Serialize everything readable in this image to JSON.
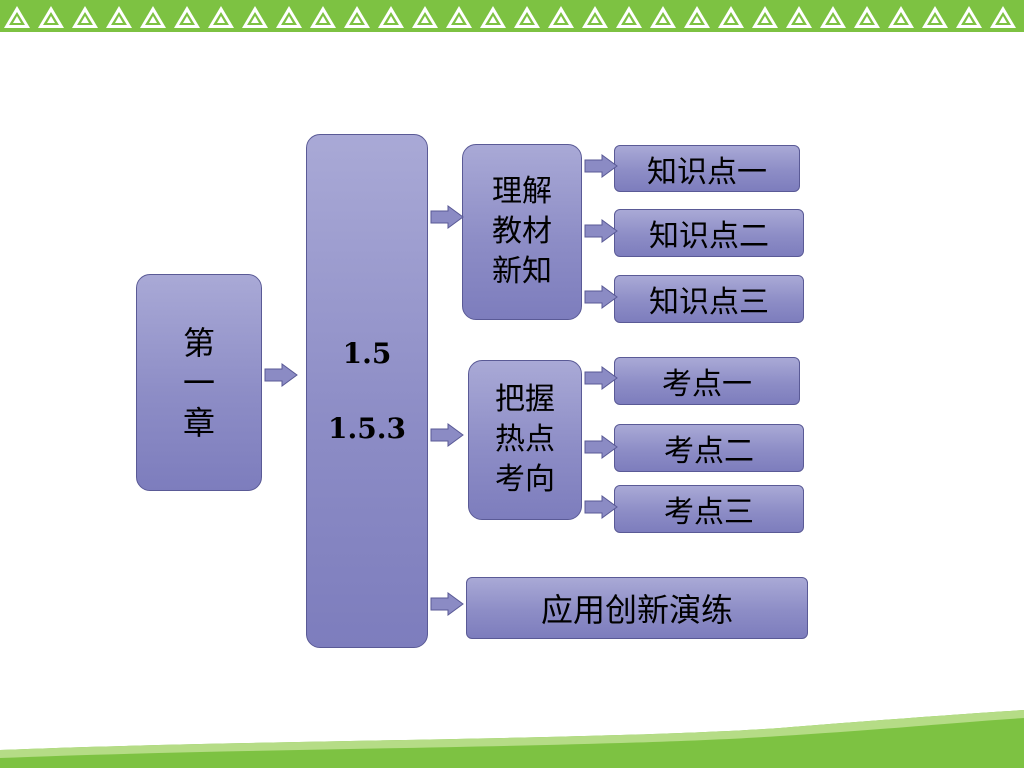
{
  "chapter": {
    "label": "第一章"
  },
  "section": {
    "main": "1.5",
    "sub": "1.5.3"
  },
  "group1": {
    "label": "理解教材新知"
  },
  "group2": {
    "label": "把握热点考向"
  },
  "leaves": {
    "k1": "知识点一",
    "k2": "知识点二",
    "k3": "知识点三",
    "t1": "考点一",
    "t2": "考点二",
    "t3": "考点三"
  },
  "practice": {
    "label": "应用创新演练"
  },
  "colors": {
    "box_fill": "#9494c9",
    "box_border": "#5a5a96",
    "arrow_fill": "#8b8bc4",
    "border_green": "#7dc242"
  }
}
